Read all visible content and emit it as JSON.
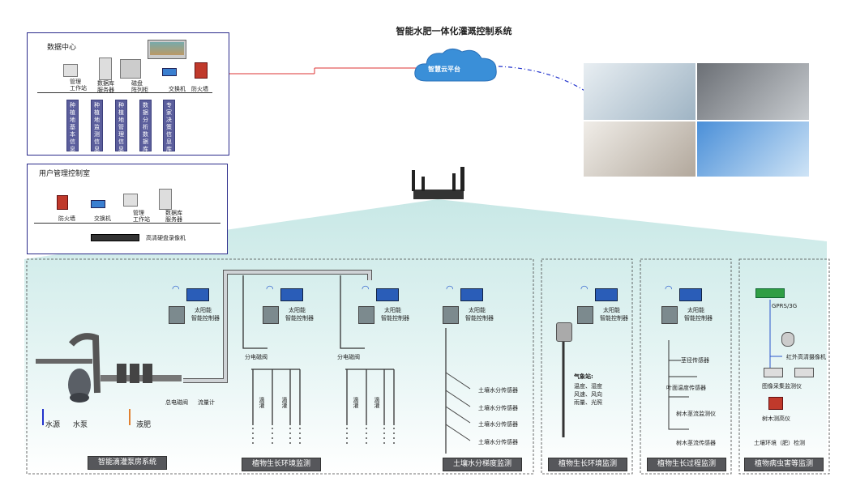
{
  "title": "智能水肥一体化灌溉控制系统",
  "data_center": {
    "label": "数据中心",
    "devices": [
      "管理\n工作站",
      "数据库\n服务器",
      "磁盘\n阵列柜",
      "交换机",
      "防火墙"
    ],
    "databases": [
      "种植地基本信息",
      "种植地监测信息",
      "种植地管理信息",
      "数据分析数据库",
      "专家决策信息库"
    ]
  },
  "user_room": {
    "label": "用户管理控制室",
    "devices": [
      "防火墙",
      "交换机",
      "管理\n工作站",
      "数据库\n服务器"
    ],
    "recorder": "高清硬盘录像机"
  },
  "cloud": {
    "label": "智慧云平台"
  },
  "sensors": {
    "solar": "太阳能",
    "controller": "智能控制器",
    "valve": "分电磁阀",
    "main_valve": "总电磁阀",
    "flowmeter": "流量计",
    "water_source": "水源",
    "pump": "水泵",
    "fertilizer": "液肥",
    "drip": "滴灌",
    "soil_sensor": "土壤水分传感器",
    "weather_title": "气象站:",
    "weather_items": "温度、湿度\n风速、风向\n雨量、光照",
    "stem_sensor": "茎径传感器",
    "leaf_sensor": "叶面温度传感器",
    "sap_meter": "树木茎流监测仪",
    "trunk_sensor": "树木茎流传感器",
    "gprs": "GPRS/3G",
    "ir_camera": "红外高清摄像机",
    "image_meter": "图像采集监测仪",
    "spore_meter": "树木测高仪",
    "soil_env": "土壤环境（肥）检测"
  },
  "sections": [
    "智能滴灌泵房系统",
    "植物生长环境监测",
    "土壤水分梯度监测",
    "植物生长环境监测",
    "植物生长过程监测",
    "植物病虫害等监测"
  ]
}
